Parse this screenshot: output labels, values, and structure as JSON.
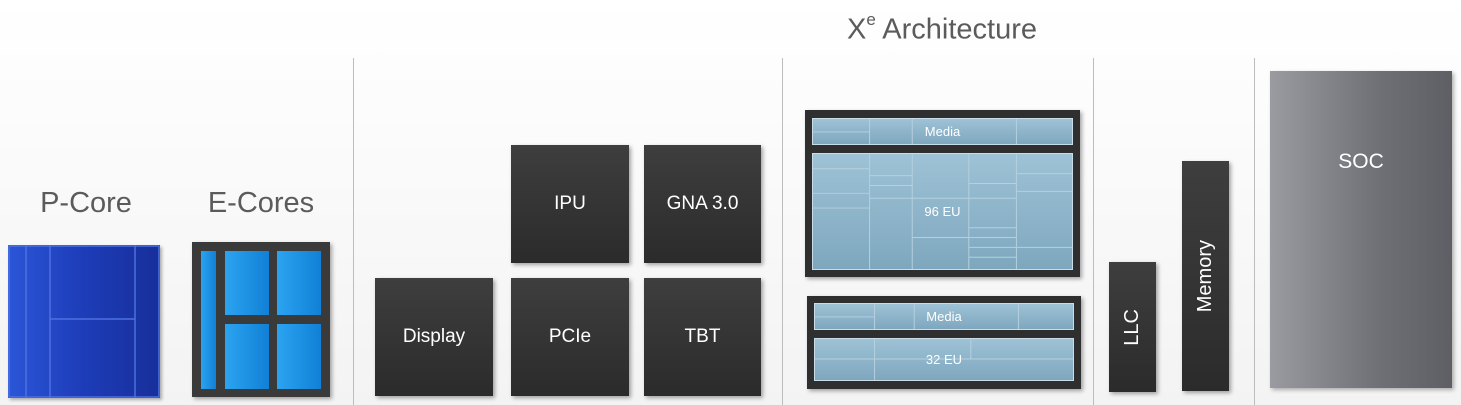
{
  "headings": {
    "p_core": "P-Core",
    "e_cores": "E-Cores",
    "xe_base": "X",
    "xe_sup": "e",
    "xe_rest": " Architecture"
  },
  "blocks": {
    "ipu": "IPU",
    "gna": "GNA 3.0",
    "display": "Display",
    "pcie": "PCIe",
    "tbt": "TBT",
    "llc": "LLC",
    "memory": "Memory",
    "soc": "SOC"
  },
  "gpu_large": {
    "media": "Media",
    "eu": "96 EU"
  },
  "gpu_small": {
    "media": "Media",
    "eu": "32 EU"
  },
  "colors": {
    "p_core_blue": "#1f3fb8",
    "e_core_blue": "#1a8ee0",
    "dark_block": "#363636",
    "gpu_panel": "#8fb4c9",
    "soc_gray": "#7a7c82"
  }
}
